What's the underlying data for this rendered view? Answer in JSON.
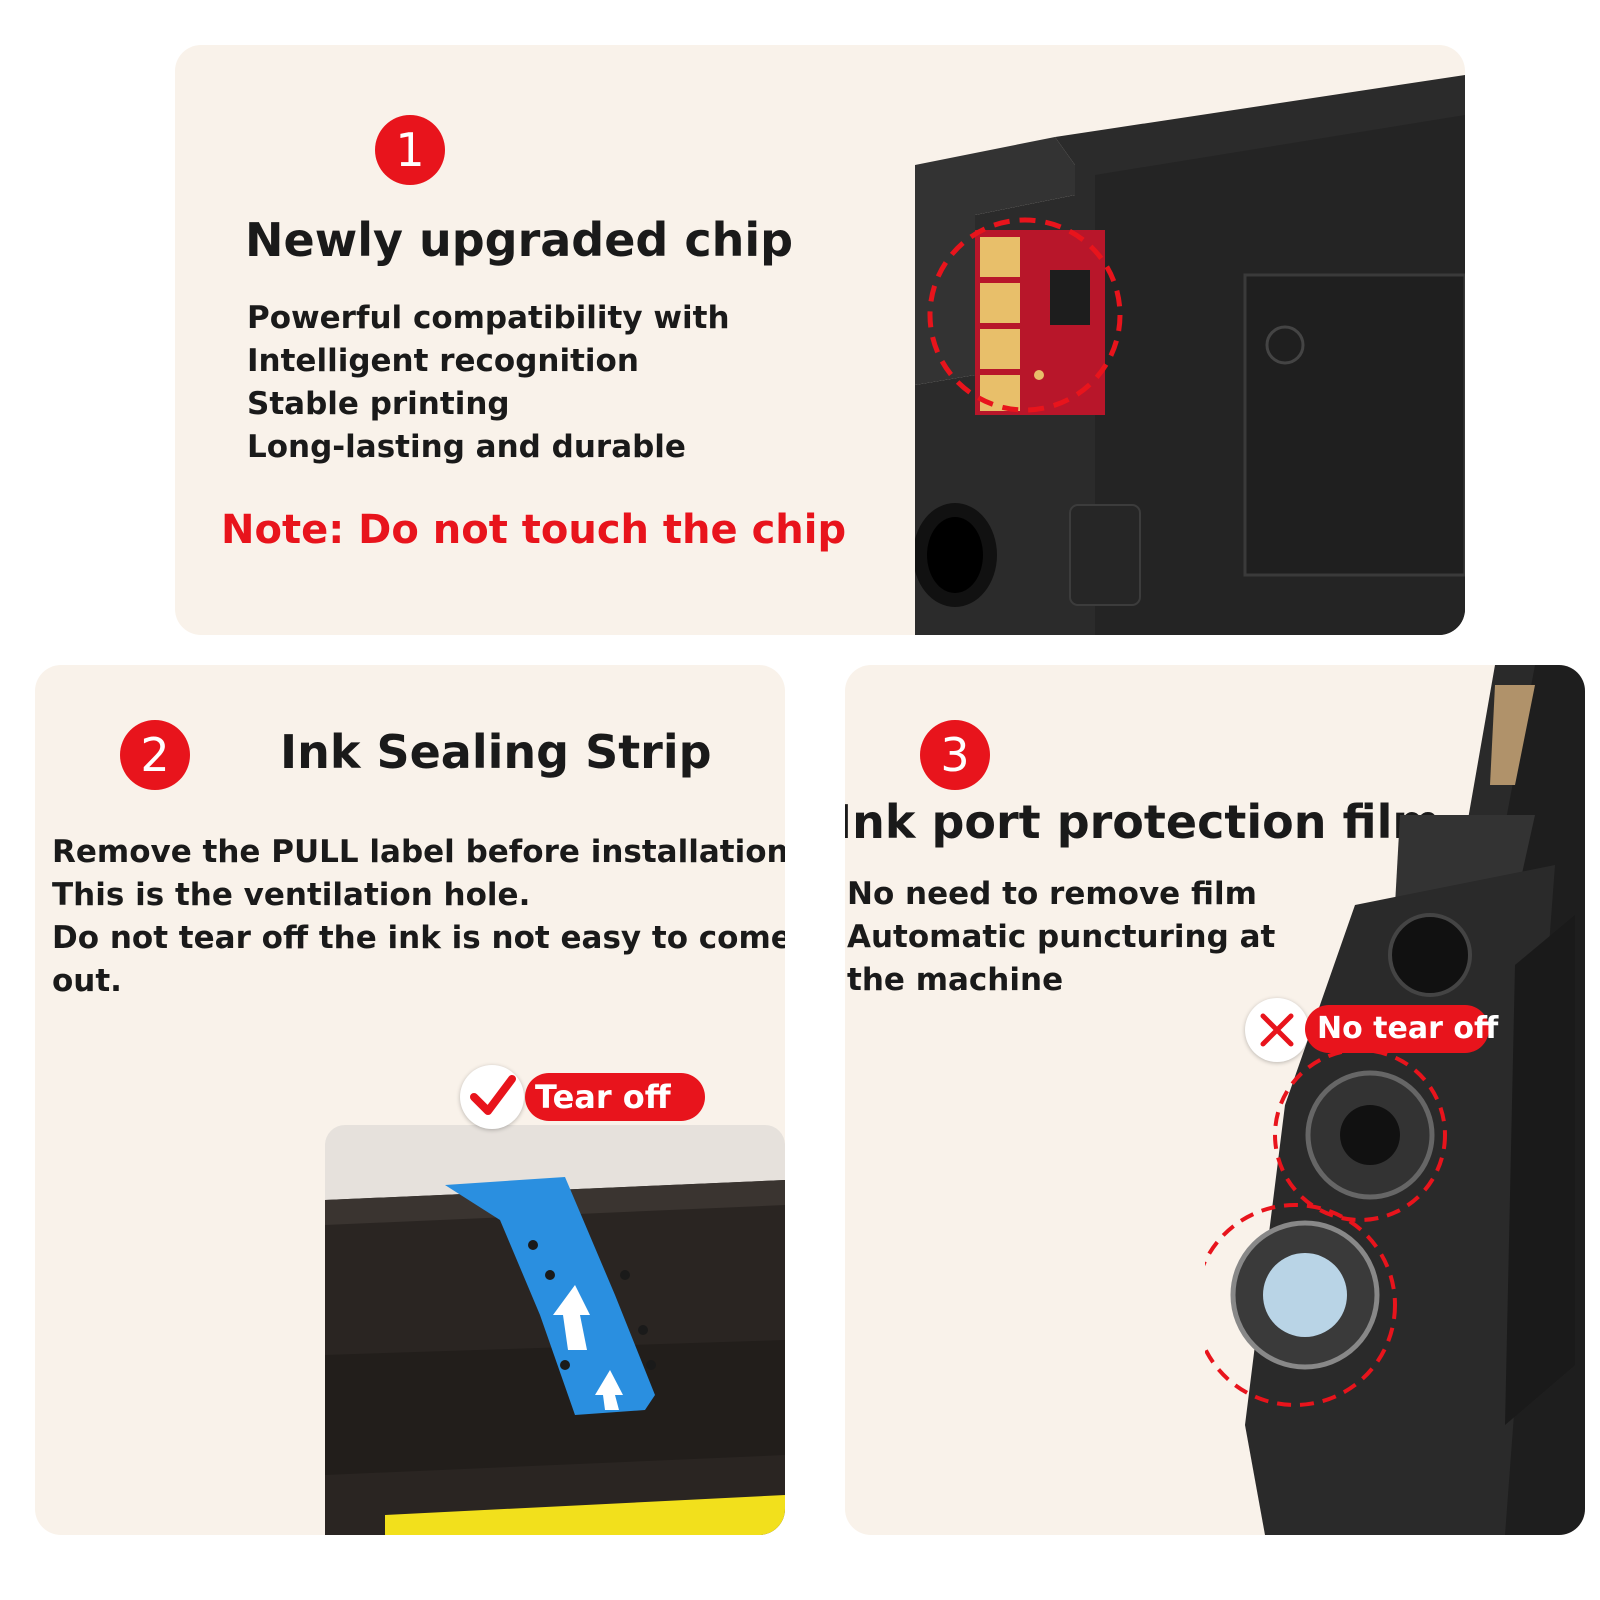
{
  "panel1": {
    "number": "1",
    "title": "Newly upgraded chip",
    "lines": [
      "Powerful compatibility with",
      "Intelligent recognition",
      "Stable printing",
      "Long-lasting and durable"
    ],
    "note": "Note: Do not touch the chip"
  },
  "panel2": {
    "number": "2",
    "title": "Ink Sealing Strip",
    "lines": [
      "Remove the PULL label before installation",
      "This is the ventilation hole.",
      "Do not tear off the ink is not easy to come",
      "out."
    ],
    "tag": "Tear off"
  },
  "panel3": {
    "number": "3",
    "title": "Ink port protection film",
    "lines": [
      "No need to remove film",
      "Automatic puncturing at",
      "the machine"
    ],
    "tag": "No tear off"
  },
  "colors": {
    "accent": "#e8141c",
    "panel_bg": "#f9f2ea",
    "cartridge": "#2a2a2a",
    "strip": "#2a8fe0"
  }
}
